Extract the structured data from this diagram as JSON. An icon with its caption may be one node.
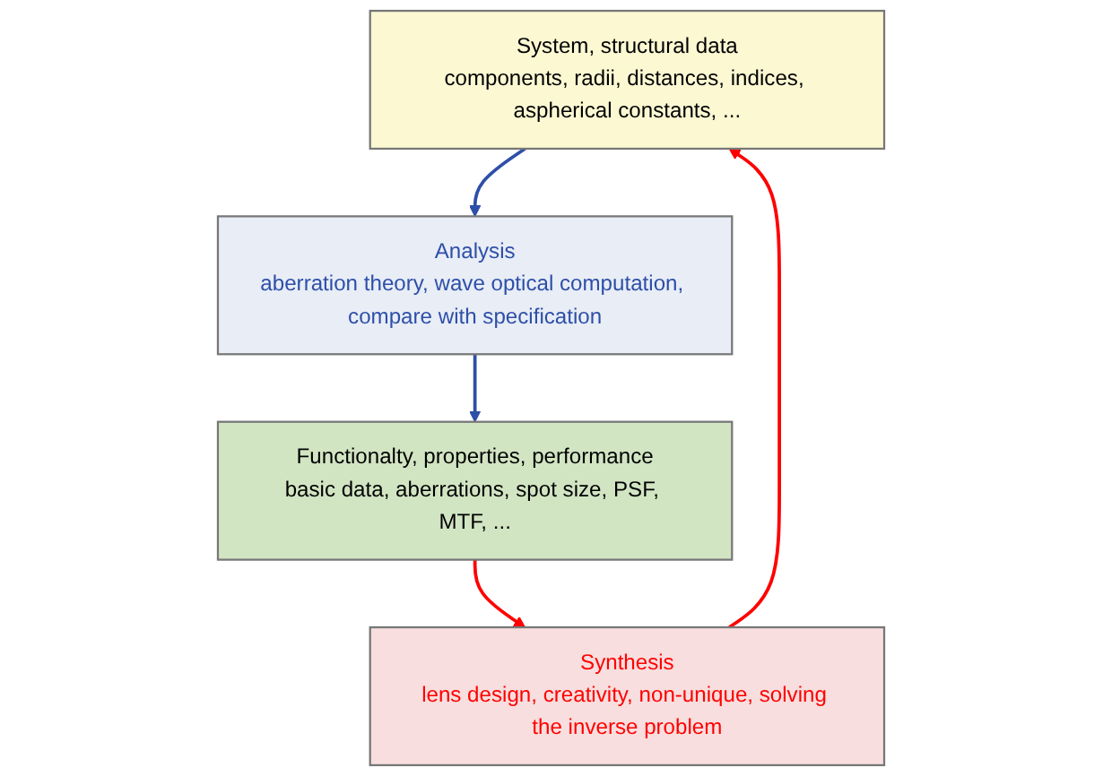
{
  "diagram": {
    "nodes": [
      {
        "text": [
          "System, structural data",
          "components, radii, distances, indices, aspherical constants, ..."
        ]
      },
      {
        "text": [
          "Analysis",
          "aberration theory, wave optical computation, compare with specification"
        ]
      },
      {
        "text": [
          "Synthesis",
          "lens design, creativity, non-unique, solving the inverse problem"
        ]
      },
      {
        "text": [
          "Functionalty, properties, performance",
          "basic data, aberrations, spot size, PSF, MTF, ..."
        ]
      }
    ],
    "edges": [
      {
        "from": 0,
        "to": 1,
        "arrow": "to",
        "color": "#2e4fa8"
      },
      {
        "from": 1,
        "to": 3,
        "arrow": "to",
        "color": "#2e4fa8"
      },
      {
        "from": 3,
        "to": 2,
        "arrow": "to",
        "color": "#ff0000"
      },
      {
        "from": 2,
        "to": 0,
        "arrow": "to",
        "color": "#ff0000"
      }
    ]
  }
}
